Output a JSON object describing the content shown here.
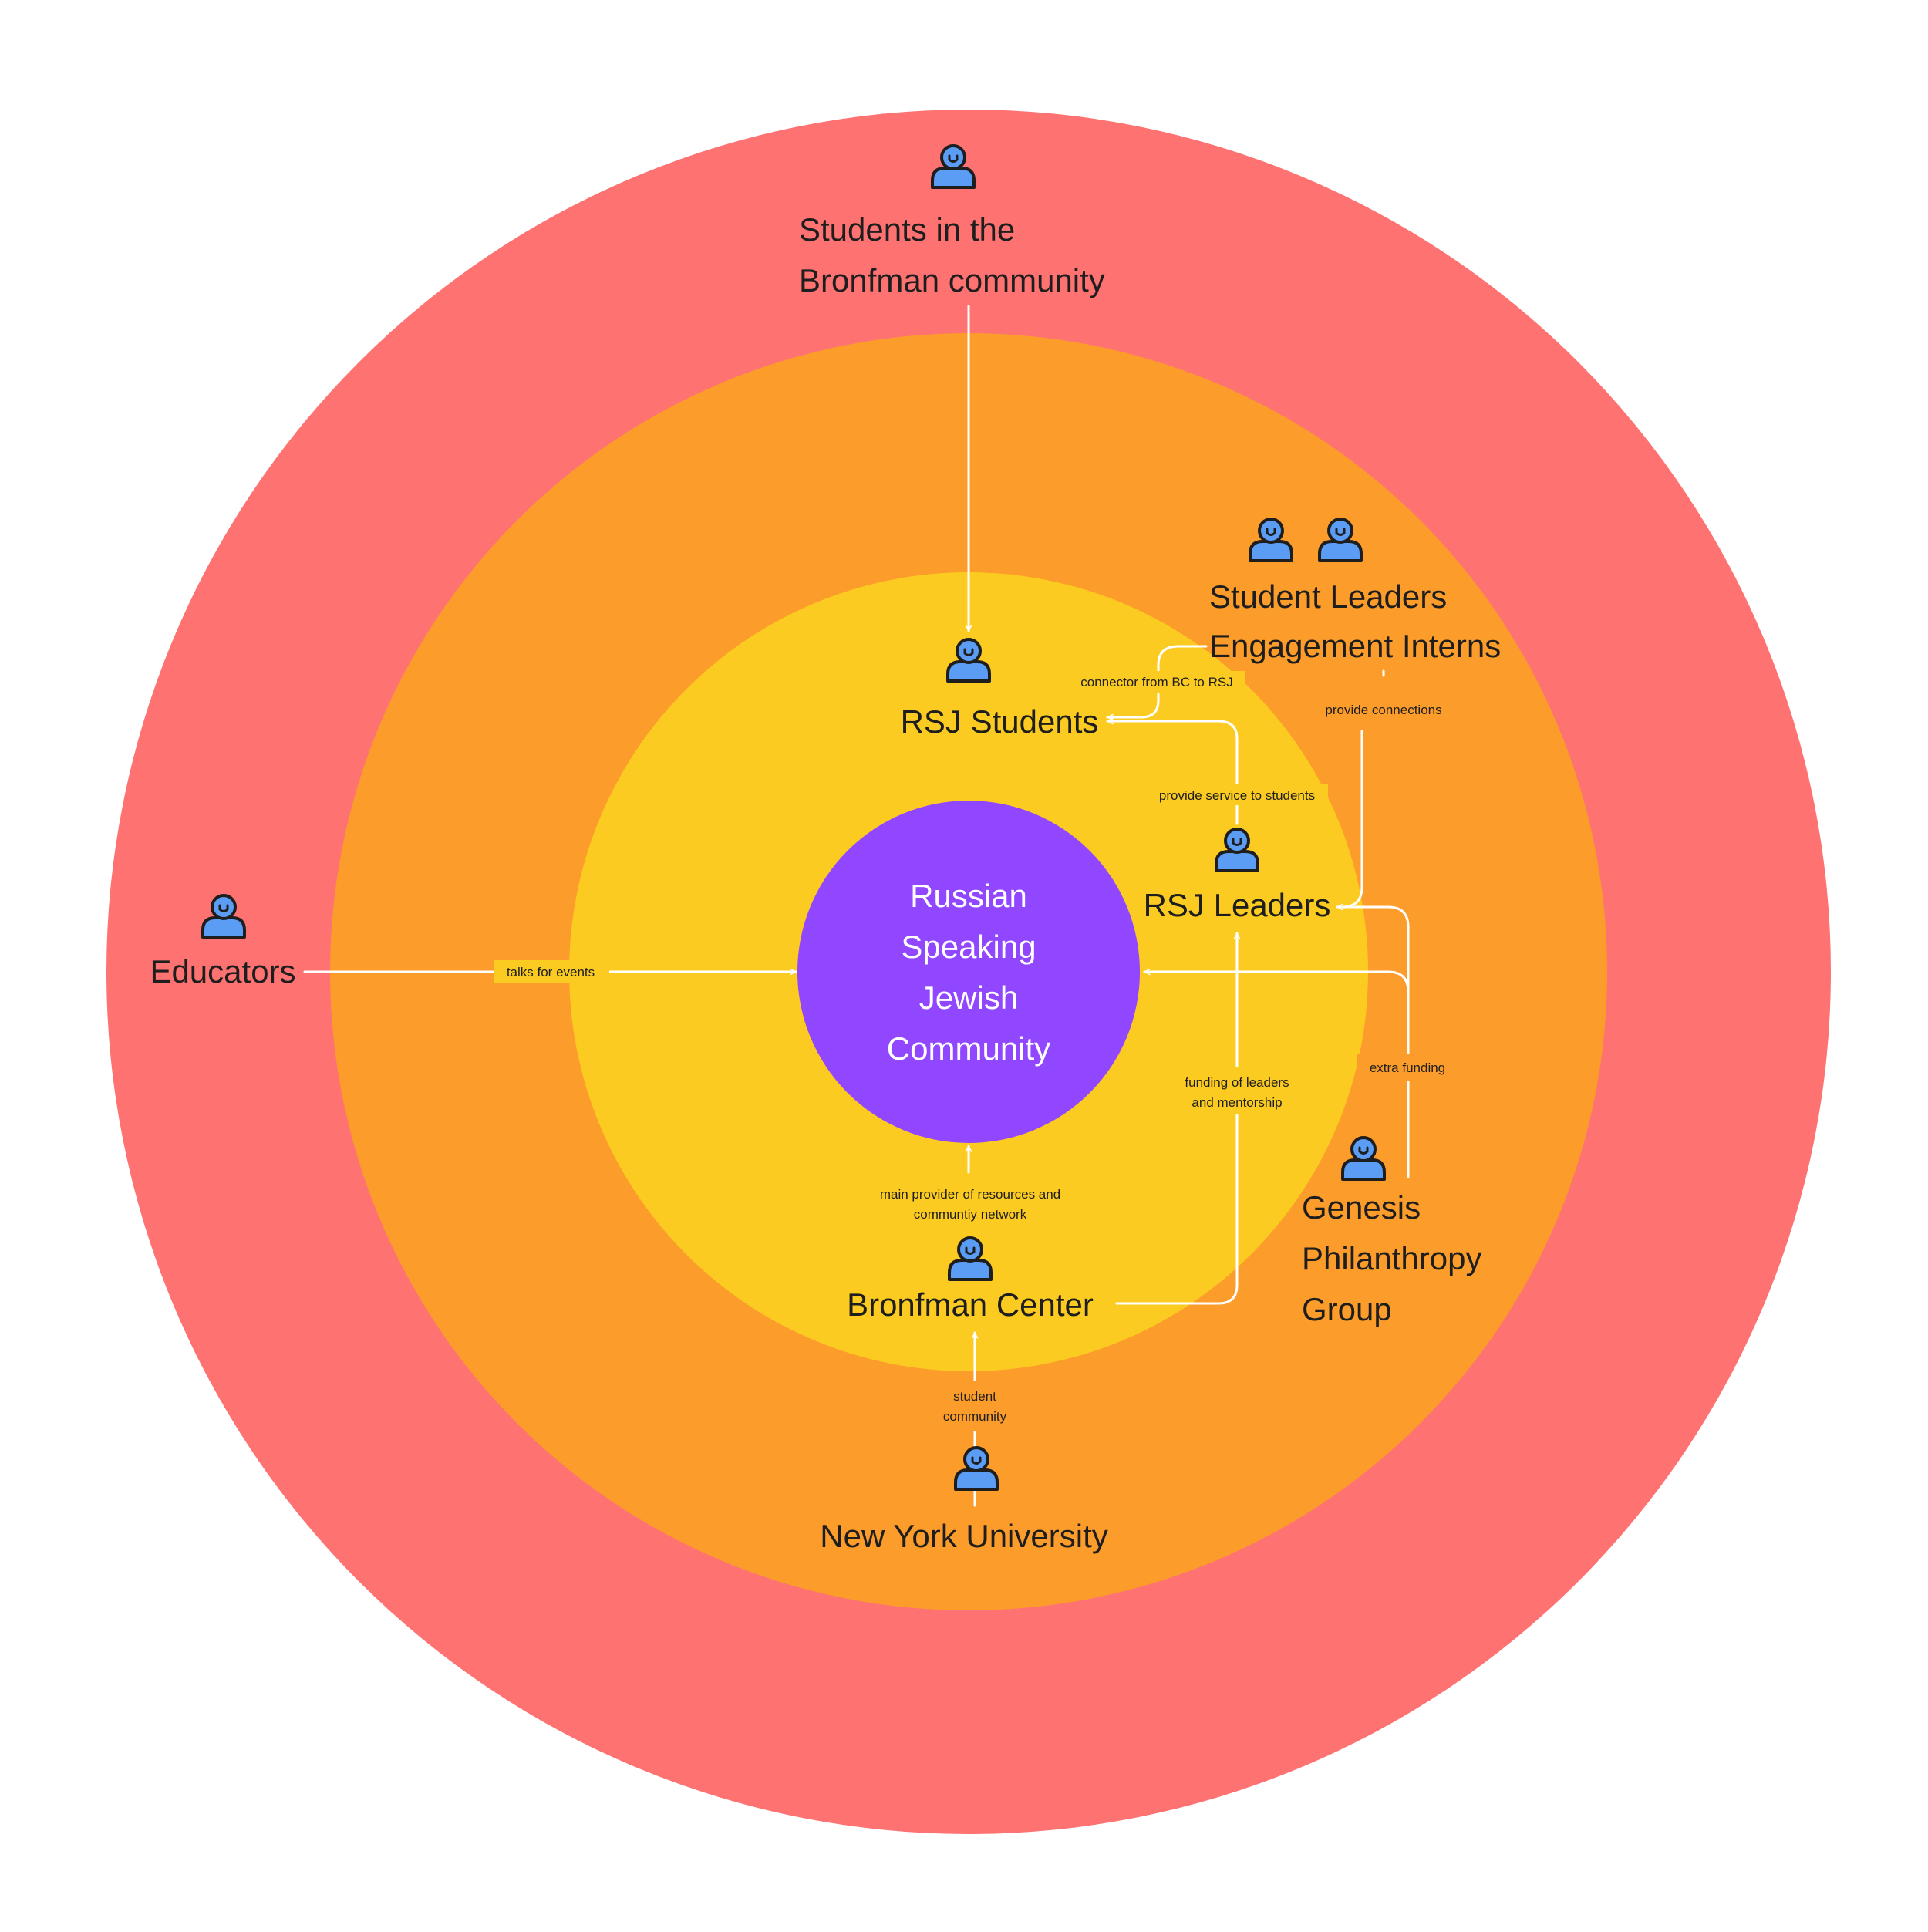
{
  "colors": {
    "outer_ring": "#fe7272",
    "middle_ring": "#fc9c2b",
    "inner_ring": "#fccb21",
    "core": "#9146ff",
    "person_fill": "#5b9cf5",
    "person_outline": "#1e1e1e",
    "connector": "#ffffff"
  },
  "core": {
    "lines": [
      "Russian",
      "Speaking",
      "Jewish",
      "Community"
    ]
  },
  "nodes": {
    "bronfman_students": [
      "Students in the",
      "Bronfman community"
    ],
    "student_leaders": [
      "Student Leaders",
      "Engagement Interns"
    ],
    "rsj_students": [
      "RSJ Students"
    ],
    "rsj_leaders": [
      "RSJ Leaders"
    ],
    "educators": [
      "Educators"
    ],
    "bronfman_center": [
      "Bronfman Center"
    ],
    "genesis": [
      "Genesis",
      "Philanthropy",
      "Group"
    ],
    "nyu": [
      "New York University"
    ]
  },
  "person_icons": [
    "person-icon",
    "person-icon",
    "person-icon",
    "person-icon",
    "person-icon",
    "person-icon",
    "person-icon",
    "person-icon",
    "person-icon"
  ],
  "edges": {
    "connector_bc_rsj": [
      "connector from BC to RSJ"
    ],
    "provide_connections": [
      "provide connections"
    ],
    "provide_service": [
      "provide service to students"
    ],
    "talks_for_events": [
      "talks for events"
    ],
    "funding_leaders": [
      "funding of leaders",
      "and mentorship"
    ],
    "extra_funding": [
      "extra funding"
    ],
    "main_provider": [
      "main provider of resources and",
      "communtiy network"
    ],
    "student_community": [
      "student",
      "community"
    ]
  }
}
